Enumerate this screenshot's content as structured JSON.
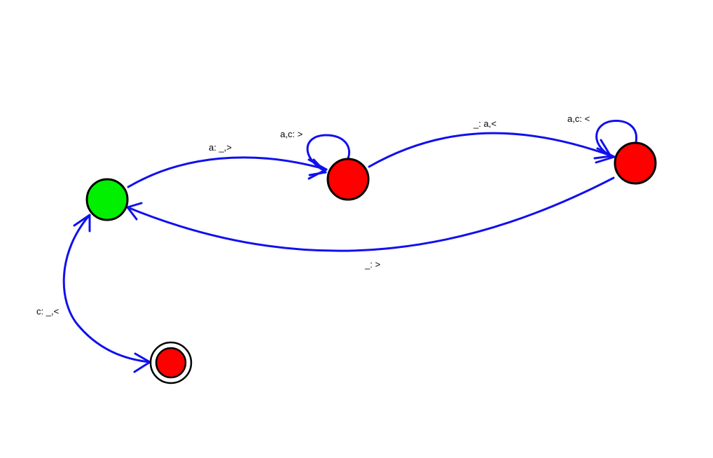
{
  "diagram": {
    "type": "state-machine",
    "colors": {
      "edge": "#1010ee",
      "start_state": "#00f000",
      "state": "#ff0000",
      "outline": "#000000",
      "background": "#ffffff"
    },
    "states": [
      {
        "id": "q0",
        "kind": "start"
      },
      {
        "id": "q1",
        "kind": "normal"
      },
      {
        "id": "q2",
        "kind": "normal"
      },
      {
        "id": "q3",
        "kind": "accepting"
      }
    ],
    "transitions": [
      {
        "from": "q0",
        "to": "q1",
        "label": "a: _,>"
      },
      {
        "from": "q1",
        "to": "q1",
        "label": "a,c: >"
      },
      {
        "from": "q1",
        "to": "q2",
        "label": "_: a,<"
      },
      {
        "from": "q2",
        "to": "q2",
        "label": "a,c: <"
      },
      {
        "from": "q2",
        "to": "q0",
        "label": "_: >"
      },
      {
        "from": "q0",
        "to": "q3",
        "label": "c: _,<"
      },
      {
        "from": "q3",
        "to": "q0",
        "label": ""
      }
    ]
  }
}
